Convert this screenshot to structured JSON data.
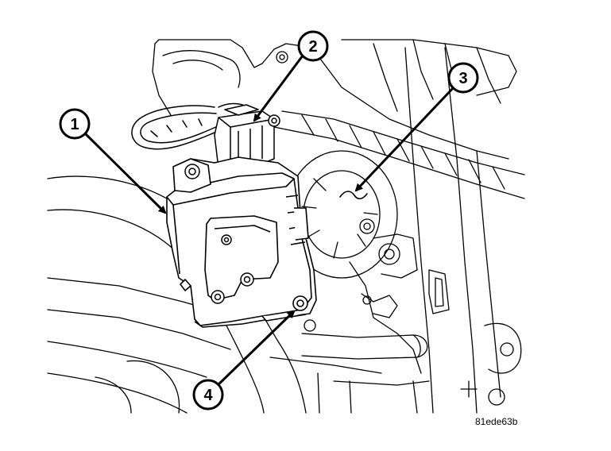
{
  "figure": {
    "callouts": [
      {
        "number": "1"
      },
      {
        "number": "2"
      },
      {
        "number": "3"
      },
      {
        "number": "4"
      }
    ],
    "figure_code": "81ede63b"
  }
}
